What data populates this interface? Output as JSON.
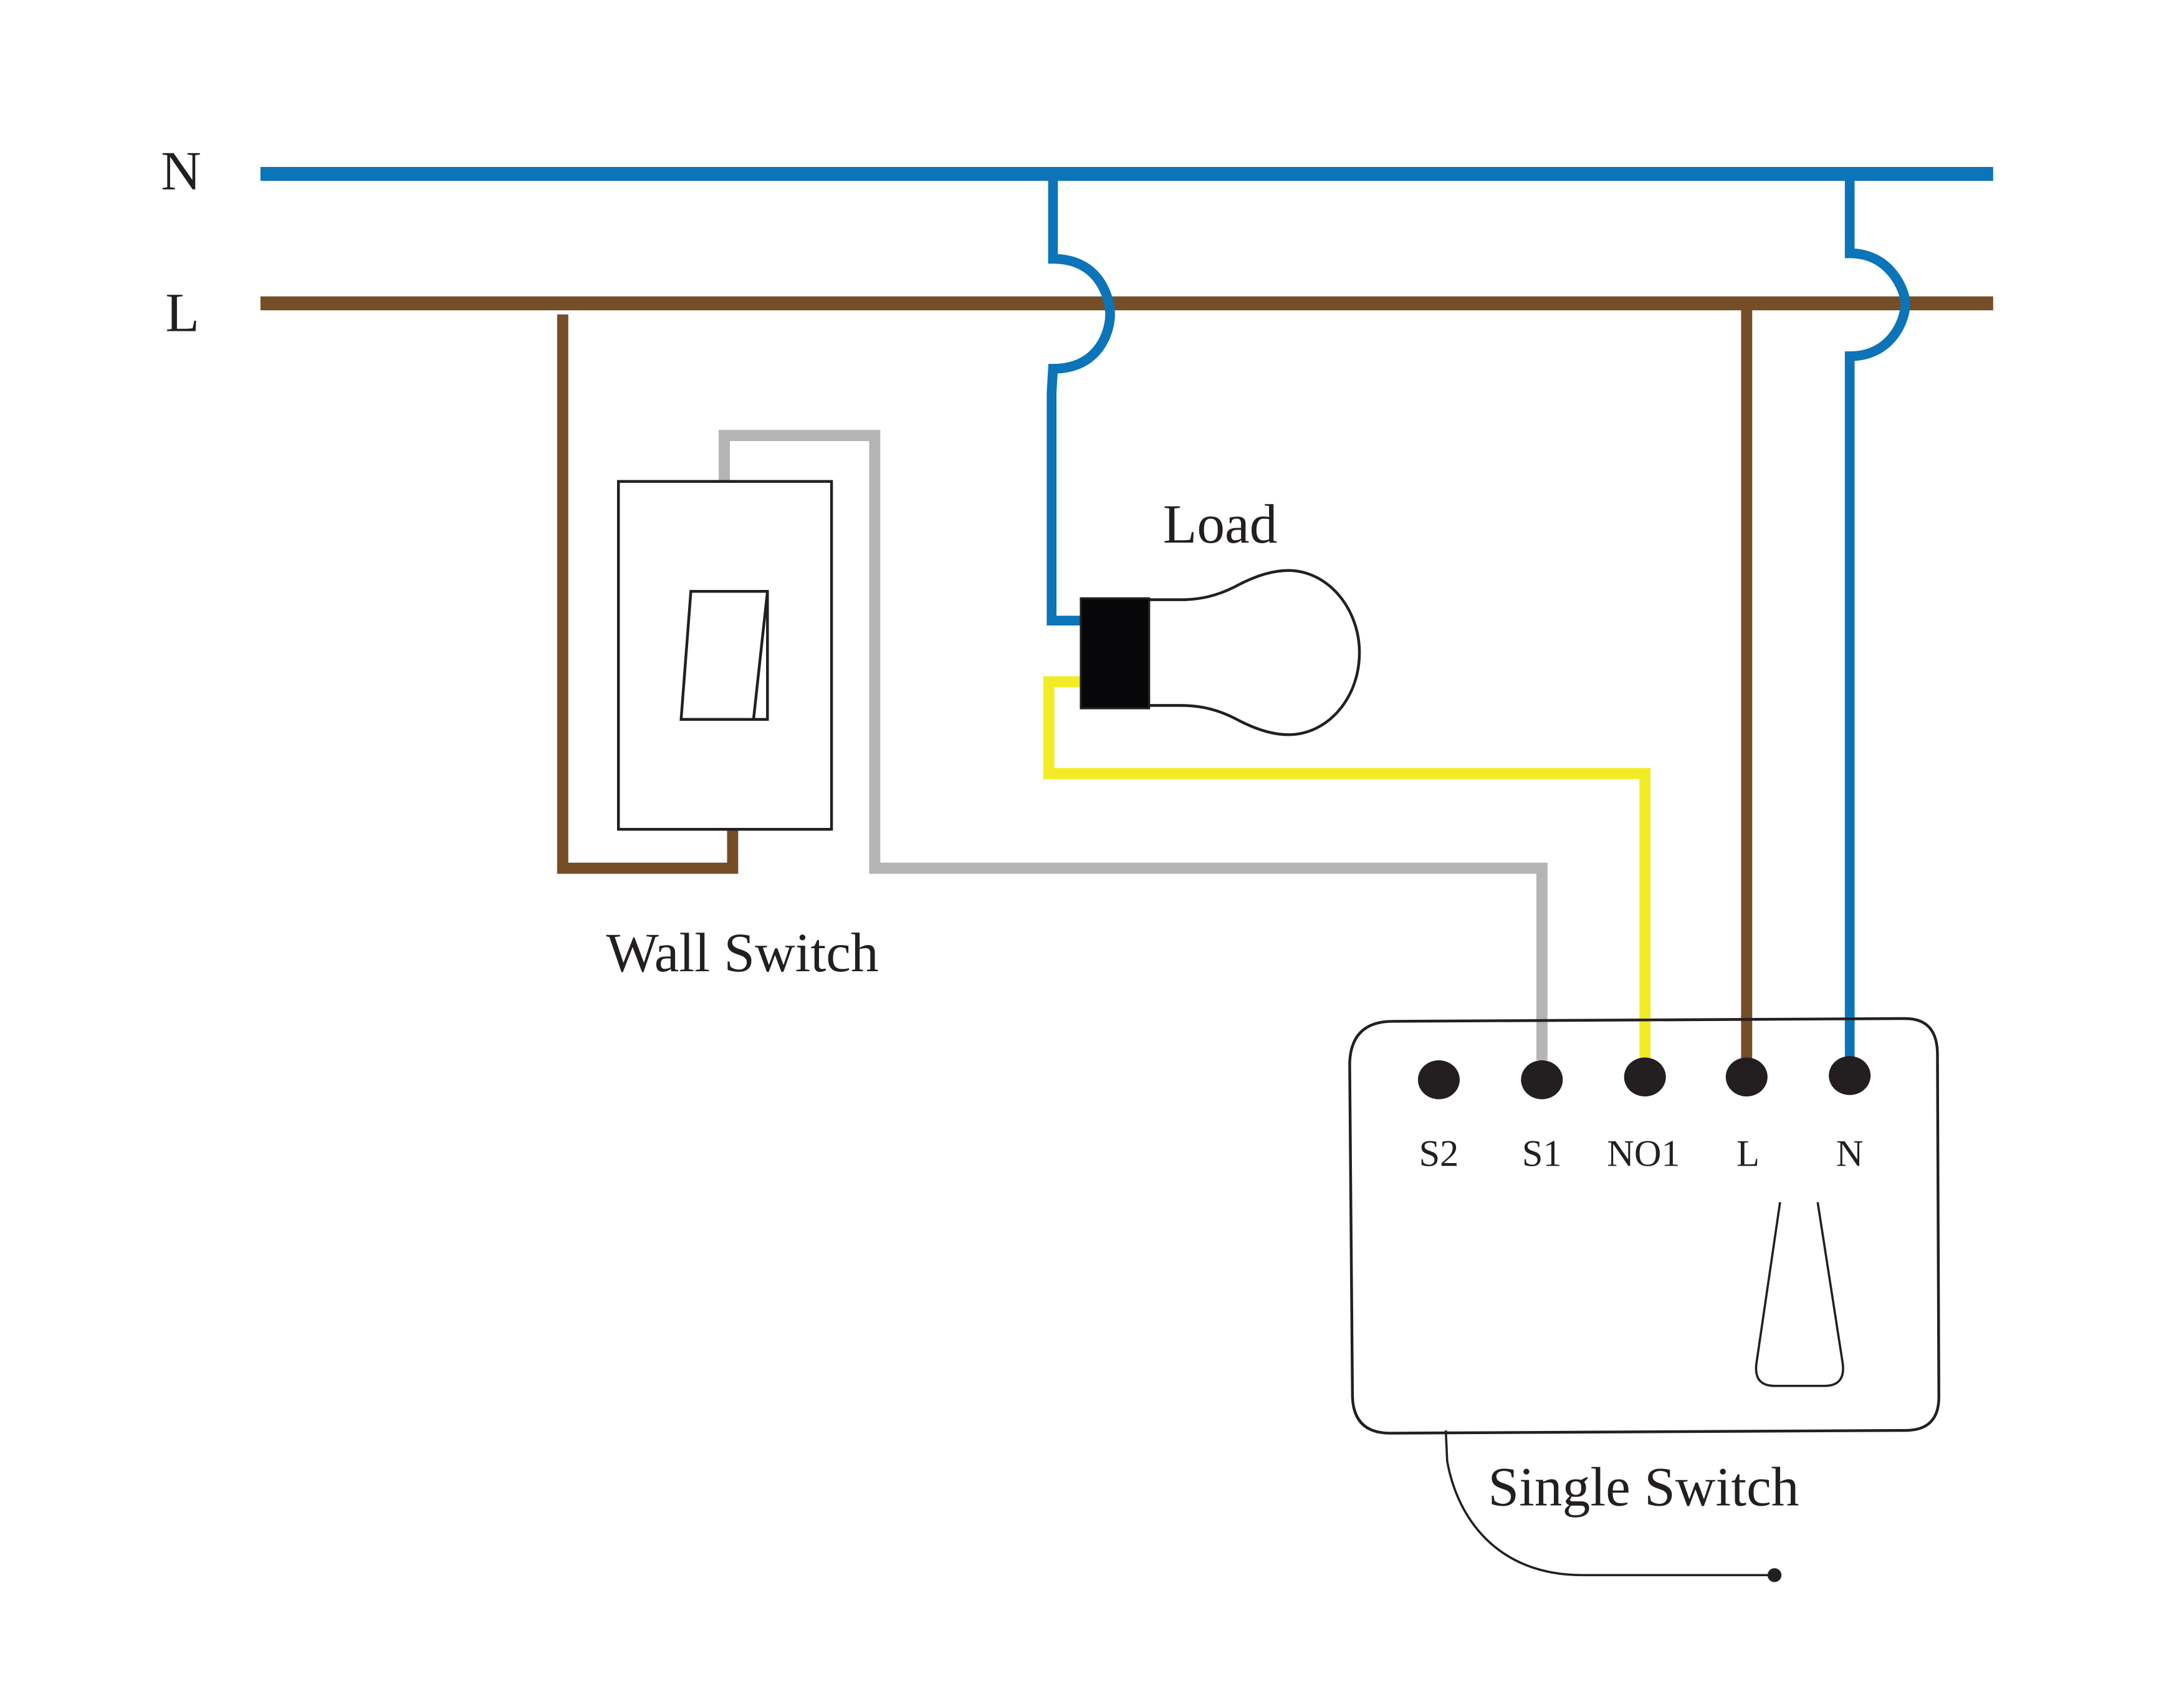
{
  "diagram": {
    "type": "wiring-diagram",
    "rails": {
      "neutral_label": "N",
      "live_label": "L"
    },
    "load": {
      "label": "Load",
      "icon": "light-bulb-icon"
    },
    "wall_switch": {
      "label": "Wall Switch",
      "icon": "rocker-switch-icon"
    },
    "module": {
      "label": "Single Switch",
      "terminals": [
        {
          "label": "S2",
          "wire": "none"
        },
        {
          "label": "S1",
          "wire": "gray"
        },
        {
          "label": "NO1",
          "wire": "yellow"
        },
        {
          "label": "L",
          "wire": "brown"
        },
        {
          "label": "N",
          "wire": "blue"
        }
      ]
    },
    "colors": {
      "neutral": "#0C74B8",
      "live": "#754E27",
      "switch_signal": "#B3B4B3",
      "load_output": "#F2EC27",
      "outline": "#231F20",
      "background": "#FFFFFF"
    },
    "connections": [
      {
        "from": "N rail",
        "to": "Load",
        "color": "blue"
      },
      {
        "from": "L rail",
        "to": "Wall Switch",
        "color": "brown"
      },
      {
        "from": "Wall Switch",
        "to": "S1",
        "color": "gray"
      },
      {
        "from": "Load",
        "to": "NO1",
        "color": "yellow"
      },
      {
        "from": "L rail",
        "to": "L",
        "color": "brown"
      },
      {
        "from": "N rail",
        "to": "N",
        "color": "blue"
      }
    ]
  }
}
